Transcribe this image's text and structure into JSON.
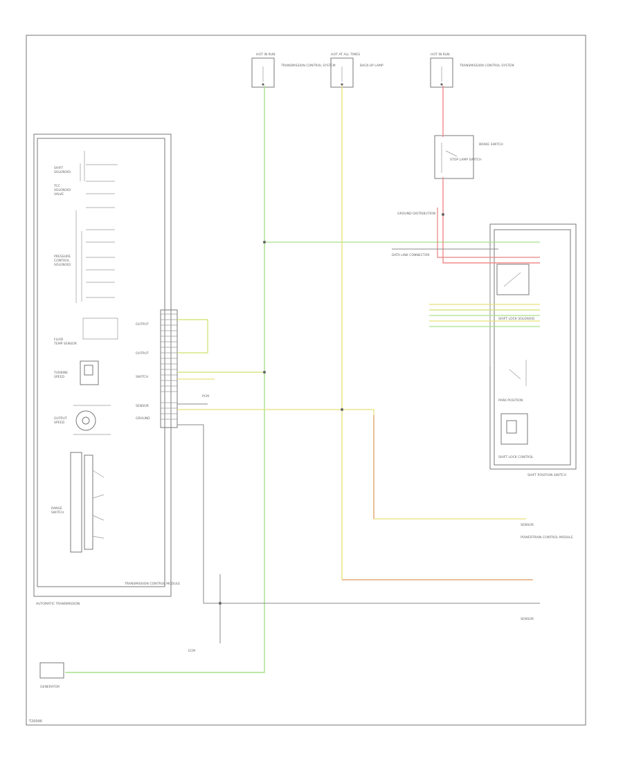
{
  "figure_code": "T20046",
  "colors": {
    "green": "#a6e08a",
    "yellow_green": "#cfe06a",
    "yellow": "#e6e07a",
    "orange": "#e8a87a",
    "red": "#e88080",
    "red_bright": "#f08a8a",
    "gray_wire": "#888888",
    "frame": "#8c8c8c"
  },
  "labels": {
    "fuse_a": "HOT IN RUN",
    "fuse_b": "HOT AT ALL TIMES",
    "fuse_c": "HOT IN RUN",
    "fuse_a_desc": "TRANSMISSION CONTROL SYSTEM",
    "fuse_b_desc": "BACK-UP LAMP",
    "fuse_c_desc": "TRANSMISSION CONTROL SYSTEM",
    "stop_lamp_switch": "STOP LAMP SWITCH",
    "brake_switch": "BRAKE SWITCH",
    "ground_distribution": "GROUND DISTRIBUTION",
    "data_link": "DATA LINK CONNECTOR",
    "shift_lock": "SHIFT LOCK SOLENOID",
    "shift_position": "SHIFT POSITION SWITCH",
    "pcm": "POWERTRAIN CONTROL MODULE",
    "park_position": "PARK POSITION",
    "shift_lock_control": "SHIFT LOCK CONTROL",
    "sensor_a": "SENSOR",
    "sensor_b": "SENSOR",
    "transmission_label": "AUTOMATIC TRANSMISSION",
    "tcm_label": "TRANSMISSION CONTROL MODULE",
    "generator": "GENERATOR",
    "ecm_note": "ECM",
    "pcm_note": "PCM"
  }
}
